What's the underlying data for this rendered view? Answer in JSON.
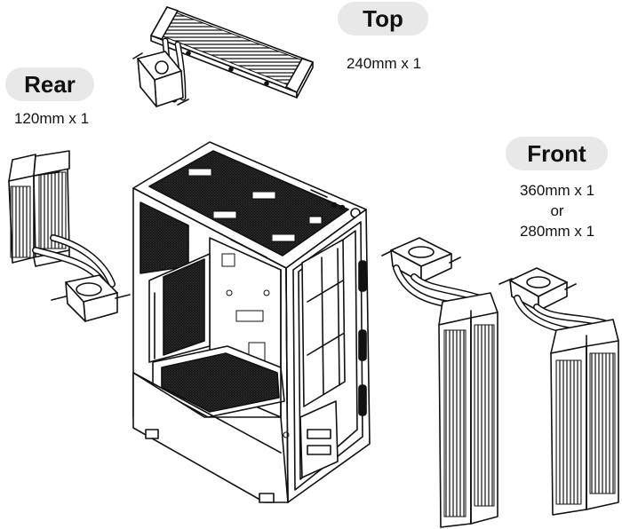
{
  "labels": {
    "top": {
      "title": "Top",
      "size": "240mm x 1"
    },
    "rear": {
      "title": "Rear",
      "size": "120mm x 1"
    },
    "front": {
      "title": "Front",
      "size_lines": [
        "360mm x 1",
        "or",
        "280mm x 1"
      ]
    }
  },
  "colors": {
    "line": "#111111",
    "dark_fill": "#1c1c1c",
    "pill": "#e8e8e8",
    "background": "#ffffff"
  }
}
